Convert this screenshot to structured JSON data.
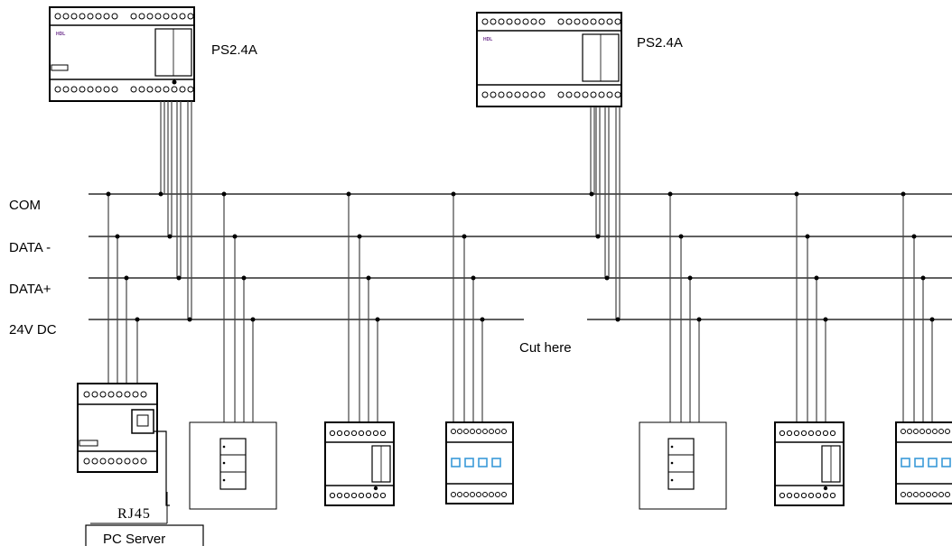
{
  "bus": {
    "com_label": "COM",
    "data_minus_label": "DATA -",
    "data_plus_label": "DATA+",
    "power_label": "24V DC"
  },
  "power_supplies": [
    {
      "label": "PS2.4A",
      "brand": "HDL"
    },
    {
      "label": "PS2.4A",
      "brand": "HDL"
    }
  ],
  "cut_label": "Cut here",
  "rj45_label": "RJ45",
  "pc_server_label": "PC Server"
}
